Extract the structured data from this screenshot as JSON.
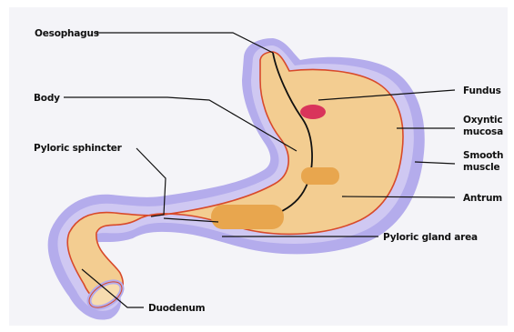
{
  "diagram": {
    "colors": {
      "background_panel": "#f4f4f8",
      "outer_layer": "#b4acec",
      "inner_layer": "#cfc8f2",
      "stomach_fill": "#f3cd91",
      "mucosa_line": "#d84a2b",
      "oxyntic_patch": "#d9345b",
      "gland_patch": "#e8a64e",
      "leader_line": "#111111"
    },
    "labels": {
      "oesophagus": "Oesophagus",
      "body": "Body",
      "pyloric_sphincter": "Pyloric sphincter",
      "fundus": "Fundus",
      "oxyntic_line1": "Oxyntic",
      "oxyntic_line2": "mucosa",
      "smooth_line1": "Smooth",
      "smooth_line2": "muscle",
      "antrum": "Antrum",
      "pyloric_gland_area": "Pyloric gland area",
      "duodenum": "Duodenum"
    }
  }
}
